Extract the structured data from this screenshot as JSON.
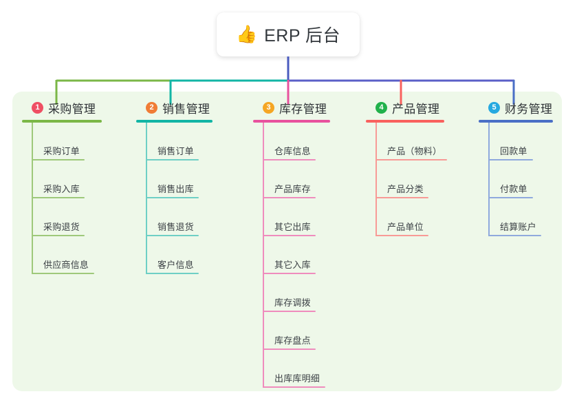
{
  "root": {
    "icon": "thumbs-up-icon",
    "icon_glyph": "👍",
    "title": "ERP 后台"
  },
  "panel": {
    "background_color": "#eef8e9"
  },
  "bus": {
    "trunk_color": "#4a5bbf",
    "segment_colors": [
      "#7bb747",
      "#12b5a5",
      "#5a5fc7",
      "#5a5fc7"
    ]
  },
  "branches": [
    {
      "index": "1",
      "title": "采购管理",
      "badge_color": "#ef4f63",
      "line_color": "#7bb747",
      "leaf_line_color": "#9ec97a",
      "connector_color": "#7bb747",
      "underline_width": 116,
      "items": [
        {
          "label": "采购订单",
          "underline_width": 76
        },
        {
          "label": "采购入库",
          "underline_width": 76
        },
        {
          "label": "采购退货",
          "underline_width": 76
        },
        {
          "label": "供应商信息",
          "underline_width": 90
        }
      ]
    },
    {
      "index": "2",
      "title": "销售管理",
      "badge_color": "#f07c35",
      "line_color": "#12b5a5",
      "leaf_line_color": "#6ecfc5",
      "connector_color": "#12b5a5",
      "underline_width": 111,
      "items": [
        {
          "label": "销售订单",
          "underline_width": 76
        },
        {
          "label": "销售出库",
          "underline_width": 76
        },
        {
          "label": "销售退货",
          "underline_width": 76
        },
        {
          "label": "客户信息",
          "underline_width": 76
        }
      ]
    },
    {
      "index": "3",
      "title": "库存管理",
      "badge_color": "#f5a623",
      "line_color": "#e8529e",
      "leaf_line_color": "#ef8cbd",
      "connector_color": "#e8529e",
      "underline_width": 112,
      "items": [
        {
          "label": "仓库信息",
          "underline_width": 76
        },
        {
          "label": "产品库存",
          "underline_width": 76
        },
        {
          "label": "其它出库",
          "underline_width": 76
        },
        {
          "label": "其它入库",
          "underline_width": 76
        },
        {
          "label": "库存调拨",
          "underline_width": 76
        },
        {
          "label": "库存盘点",
          "underline_width": 76
        },
        {
          "label": "出库库明细",
          "underline_width": 90
        }
      ]
    },
    {
      "index": "4",
      "title": "产品管理",
      "badge_color": "#21b14b",
      "line_color": "#f9615e",
      "leaf_line_color": "#f89a96",
      "connector_color": "#f9615e",
      "underline_width": 114,
      "items": [
        {
          "label": "产品（物料）",
          "underline_width": 103
        },
        {
          "label": "产品分类",
          "underline_width": 76
        },
        {
          "label": "产品单位",
          "underline_width": 76
        }
      ]
    },
    {
      "index": "5",
      "title": "财务管理",
      "badge_color": "#26a9e0",
      "line_color": "#4a6fc6",
      "leaf_line_color": "#8fa9dd",
      "connector_color": "#4a6fc6",
      "underline_width": 108,
      "items": [
        {
          "label": "回款单",
          "underline_width": 64
        },
        {
          "label": "付款单",
          "underline_width": 64
        },
        {
          "label": "结算账户",
          "underline_width": 76
        }
      ]
    }
  ]
}
